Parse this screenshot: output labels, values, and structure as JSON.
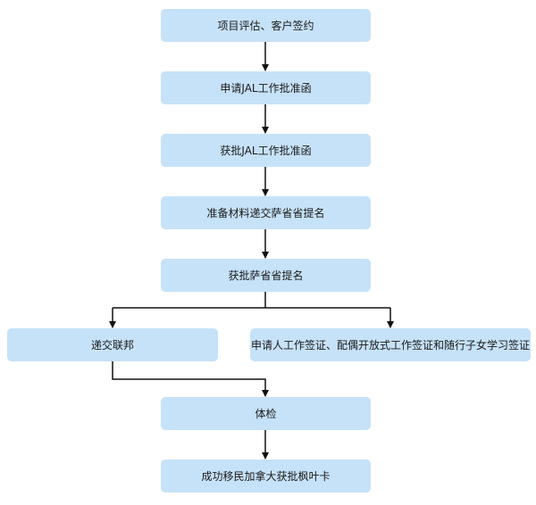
{
  "flowchart": {
    "steps": [
      "项目评估、客户签约",
      "申请JAL工作批准函",
      "获批JAL工作批准函",
      "准备材料递交萨省省提名",
      "获批萨省省提名",
      "递交联邦",
      "申请人工作签证、配偶开放式工作签证和随行子女学习签证",
      "体检",
      "成功移民加拿大获批枫叶卡"
    ]
  },
  "colors": {
    "node_fill": "#c6e2f8",
    "text": "#1a1a1a",
    "connector": "#111111"
  }
}
